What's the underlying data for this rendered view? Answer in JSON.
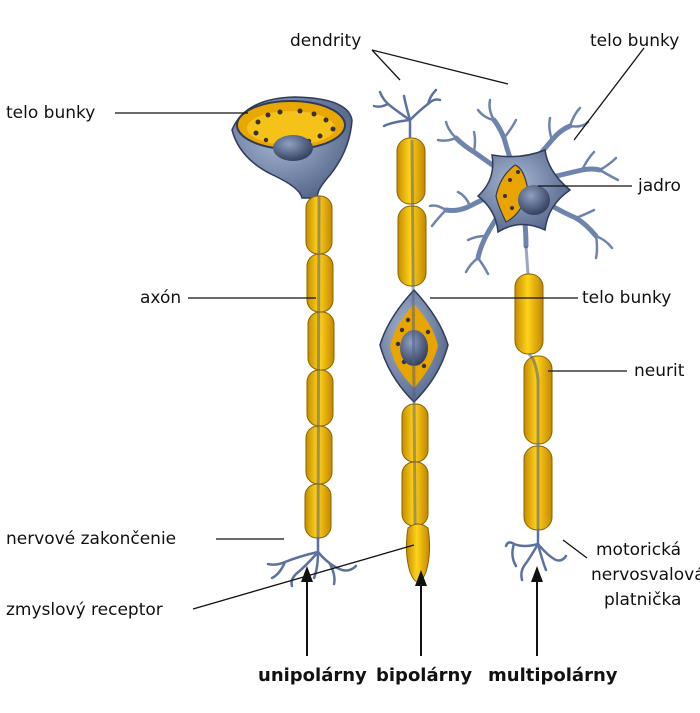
{
  "labels": {
    "dendrity": "dendrity",
    "telo_bunky_top_right": "telo bunky",
    "telo_bunky_left": "telo bunky",
    "jadro": "jadro",
    "axon": "axón",
    "telo_bunky_mid": "telo bunky",
    "neurit": "neurit",
    "nervove_zakoncenie": "nervové zakončenie",
    "motoricka": "motorická",
    "nervosvalova": "nervosvalová",
    "platnicka": "platnička",
    "zmyslovy_receptor": "zmyslový receptor"
  },
  "neuron_types": {
    "unipolar": "unipolárny",
    "bipolar": "bipolárny",
    "multipolar": "multipolárny"
  },
  "colors": {
    "myelin": "#f2c500",
    "myelin_dark": "#c79a00",
    "cell_blue": "#7f95b8",
    "cell_dark": "#3f4f70",
    "nucleus": "#5d6f93",
    "cytoplasm": "#e9a400"
  }
}
